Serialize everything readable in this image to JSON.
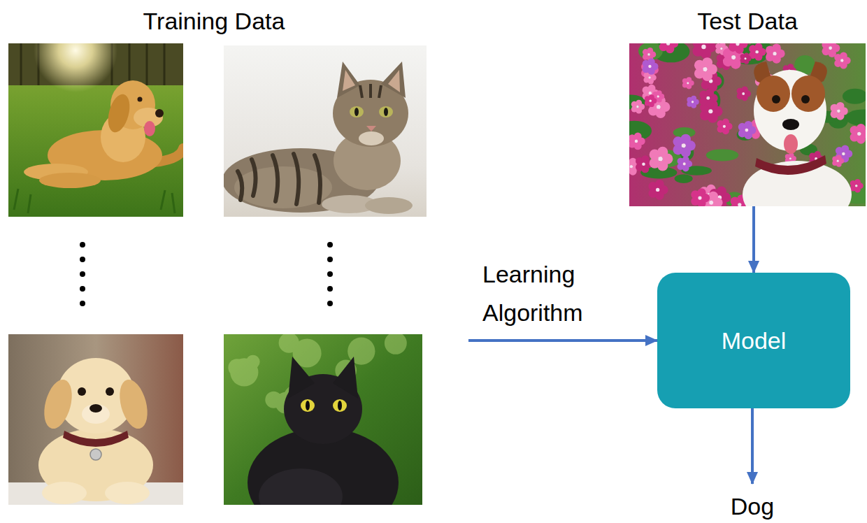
{
  "diagram": {
    "nodes": [
      {
        "text": [
          "Training Data"
        ]
      },
      {
        "text": [
          "Test Data"
        ]
      },
      {
        "text": [
          "Model"
        ]
      },
      {
        "text": [
          "Dog"
        ]
      }
    ],
    "edges": [
      {
        "from": 0,
        "to": 2,
        "label": "Learning Algorithm",
        "arrow": "to"
      },
      {
        "from": 1,
        "to": 2,
        "arrow": "to"
      },
      {
        "from": 2,
        "to": 3,
        "arrow": "to"
      }
    ]
  }
}
